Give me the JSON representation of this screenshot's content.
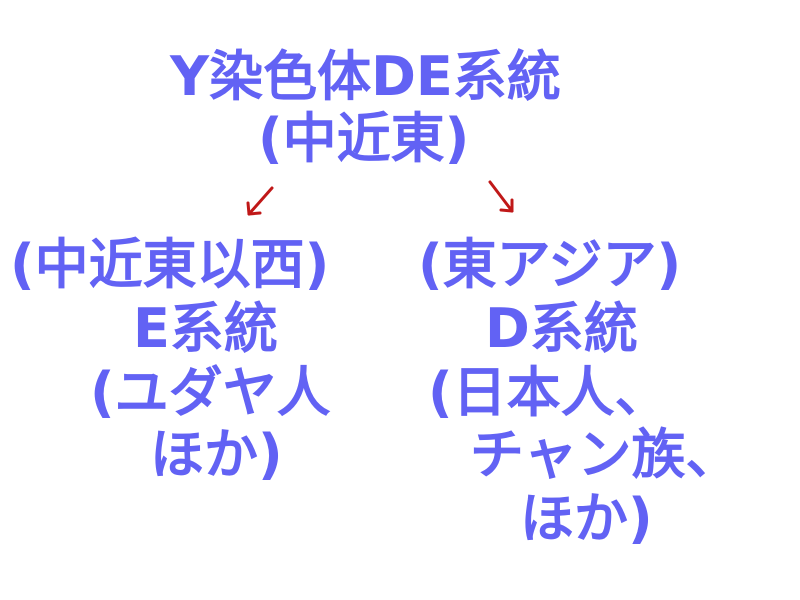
{
  "colors": {
    "text": "#6262f4",
    "arrow": "#c01818",
    "background": "#ffffff"
  },
  "root": {
    "line1": "Y染色体DE系統",
    "line2": "(中近東)"
  },
  "left_branch": {
    "line1": "(中近東以西)",
    "line2": "E系統",
    "line3": "(ユダヤ人",
    "line4": "ほか)"
  },
  "right_branch": {
    "line1": "(東アジア)",
    "line2": "D系統",
    "line3": "(日本人、",
    "line4": "チャン族、",
    "line5": "ほか)"
  }
}
